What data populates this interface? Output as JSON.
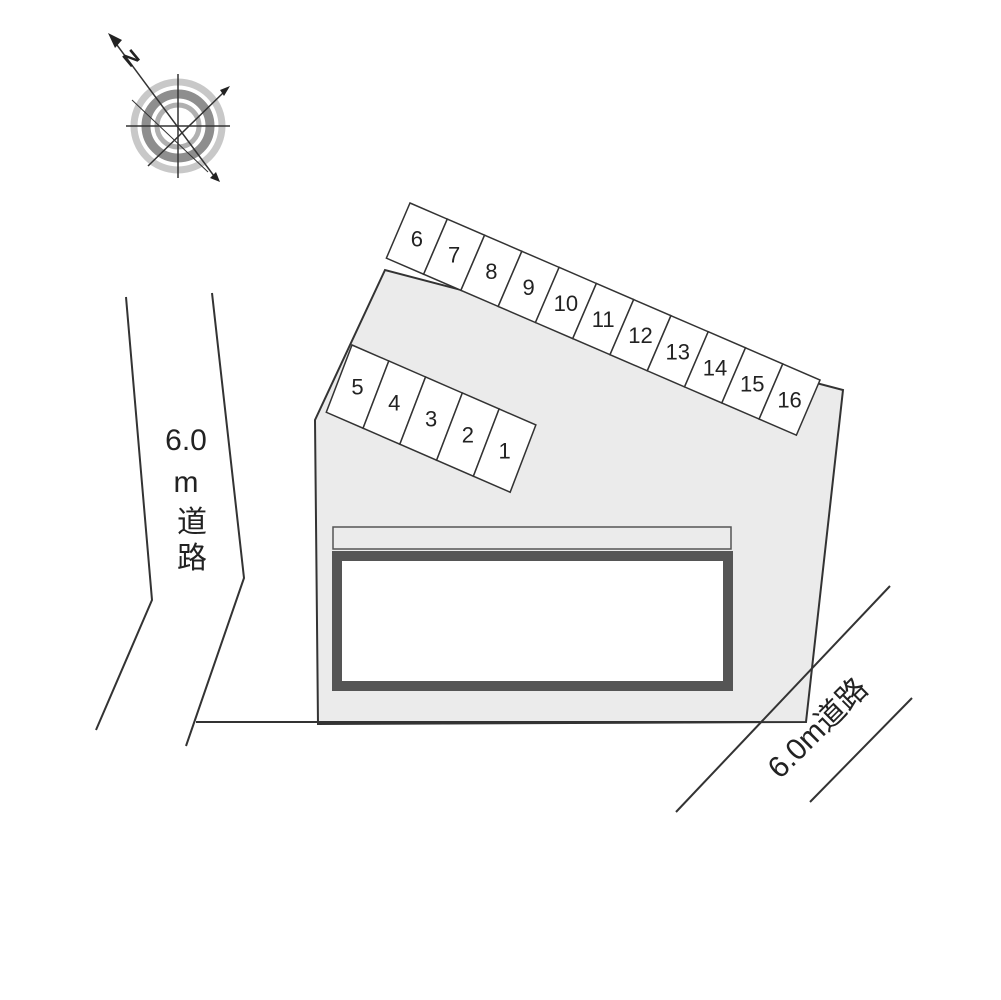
{
  "compass": {
    "north_label": "N",
    "icon": "compass-rose-icon"
  },
  "roads": [
    {
      "id": "road-west",
      "label_lines": [
        "6.0",
        "m",
        "道",
        "路"
      ]
    },
    {
      "id": "road-southeast",
      "label": "6.0m道路"
    }
  ],
  "parking": {
    "upper_row": [
      "6",
      "7",
      "8",
      "9",
      "10",
      "11",
      "12",
      "13",
      "14",
      "15",
      "16"
    ],
    "lower_row": [
      "5",
      "4",
      "3",
      "2",
      "1"
    ]
  },
  "colors": {
    "lot": "#ebebeb",
    "building_border": "#555555",
    "line": "#333333",
    "compass_gray": "#9a9a9a"
  }
}
